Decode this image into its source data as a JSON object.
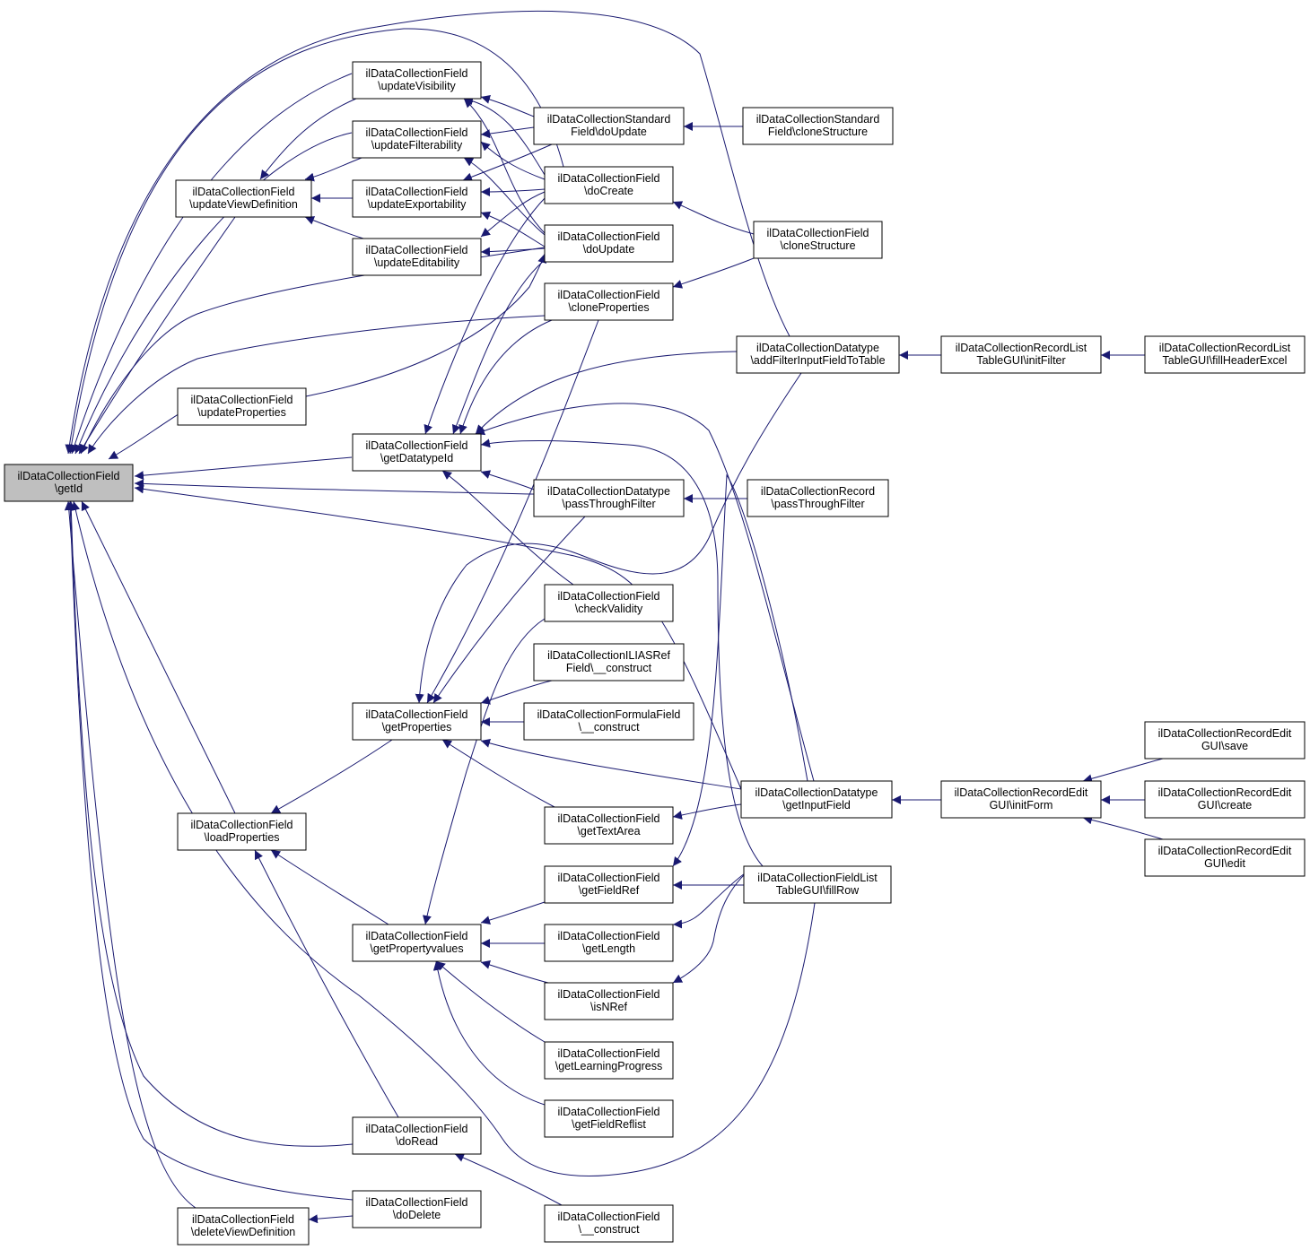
{
  "graph": {
    "edge_color": "#191970",
    "root_fill": "#bfbfbf",
    "nodes": [
      {
        "id": "getId",
        "lines": [
          "ilDataCollectionField",
          "\\getId"
        ],
        "root": true
      },
      {
        "id": "updateVisibility",
        "lines": [
          "ilDataCollectionField",
          "\\updateVisibility"
        ]
      },
      {
        "id": "updateFilterability",
        "lines": [
          "ilDataCollectionField",
          "\\updateFilterability"
        ]
      },
      {
        "id": "updateViewDefinition",
        "lines": [
          "ilDataCollectionField",
          "\\updateViewDefinition"
        ]
      },
      {
        "id": "updateExportability",
        "lines": [
          "ilDataCollectionField",
          "\\updateExportability"
        ]
      },
      {
        "id": "updateEditability",
        "lines": [
          "ilDataCollectionField",
          "\\updateEditability"
        ]
      },
      {
        "id": "updateProperties",
        "lines": [
          "ilDataCollectionField",
          "\\updateProperties"
        ]
      },
      {
        "id": "getDatatypeId",
        "lines": [
          "ilDataCollectionField",
          "\\getDatatypeId"
        ]
      },
      {
        "id": "getProperties",
        "lines": [
          "ilDataCollectionField",
          "\\getProperties"
        ]
      },
      {
        "id": "loadProperties",
        "lines": [
          "ilDataCollectionField",
          "\\loadProperties"
        ]
      },
      {
        "id": "getPropertyvalues",
        "lines": [
          "ilDataCollectionField",
          "\\getPropertyvalues"
        ]
      },
      {
        "id": "doRead",
        "lines": [
          "ilDataCollectionField",
          "\\doRead"
        ]
      },
      {
        "id": "doDelete",
        "lines": [
          "ilDataCollectionField",
          "\\doDelete"
        ]
      },
      {
        "id": "deleteViewDefinition",
        "lines": [
          "ilDataCollectionField",
          "\\deleteViewDefinition"
        ]
      },
      {
        "id": "stdDoUpdate",
        "lines": [
          "ilDataCollectionStandard",
          "Field\\doUpdate"
        ]
      },
      {
        "id": "doCreate",
        "lines": [
          "ilDataCollectionField",
          "\\doCreate"
        ]
      },
      {
        "id": "doUpdate",
        "lines": [
          "ilDataCollectionField",
          "\\doUpdate"
        ]
      },
      {
        "id": "cloneProperties",
        "lines": [
          "ilDataCollectionField",
          "\\cloneProperties"
        ]
      },
      {
        "id": "dtPassThroughFilter",
        "lines": [
          "ilDataCollectionDatatype",
          "\\passThroughFilter"
        ]
      },
      {
        "id": "checkValidity",
        "lines": [
          "ilDataCollectionField",
          "\\checkValidity"
        ]
      },
      {
        "id": "iliasRefConstruct",
        "lines": [
          "ilDataCollectionILIASRef",
          "Field\\__construct"
        ]
      },
      {
        "id": "formulaConstruct",
        "lines": [
          "ilDataCollectionFormulaField",
          "\\__construct"
        ]
      },
      {
        "id": "getTextArea",
        "lines": [
          "ilDataCollectionField",
          "\\getTextArea"
        ]
      },
      {
        "id": "getFieldRef",
        "lines": [
          "ilDataCollectionField",
          "\\getFieldRef"
        ]
      },
      {
        "id": "getLength",
        "lines": [
          "ilDataCollectionField",
          "\\getLength"
        ]
      },
      {
        "id": "isNRef",
        "lines": [
          "ilDataCollectionField",
          "\\isNRef"
        ]
      },
      {
        "id": "getLearningProgress",
        "lines": [
          "ilDataCollectionField",
          "\\getLearningProgress"
        ]
      },
      {
        "id": "getFieldReflist",
        "lines": [
          "ilDataCollectionField",
          "\\getFieldReflist"
        ]
      },
      {
        "id": "fieldConstruct",
        "lines": [
          "ilDataCollectionField",
          "\\__construct"
        ]
      },
      {
        "id": "stdCloneStructure",
        "lines": [
          "ilDataCollectionStandard",
          "Field\\cloneStructure"
        ]
      },
      {
        "id": "cloneStructure",
        "lines": [
          "ilDataCollectionField",
          "\\cloneStructure"
        ]
      },
      {
        "id": "addFilterInputFieldToTable",
        "lines": [
          "ilDataCollectionDatatype",
          "\\addFilterInputFieldToTable"
        ]
      },
      {
        "id": "recordPassThroughFilter",
        "lines": [
          "ilDataCollectionRecord",
          "\\passThroughFilter"
        ]
      },
      {
        "id": "getInputField",
        "lines": [
          "ilDataCollectionDatatype",
          "\\getInputField"
        ]
      },
      {
        "id": "fillRow",
        "lines": [
          "ilDataCollectionFieldList",
          "TableGUI\\fillRow"
        ]
      },
      {
        "id": "initFilter",
        "lines": [
          "ilDataCollectionRecordList",
          "TableGUI\\initFilter"
        ]
      },
      {
        "id": "initForm",
        "lines": [
          "ilDataCollectionRecordEdit",
          "GUI\\initForm"
        ]
      },
      {
        "id": "fillHeaderExcel",
        "lines": [
          "ilDataCollectionRecordList",
          "TableGUI\\fillHeaderExcel"
        ]
      },
      {
        "id": "save",
        "lines": [
          "ilDataCollectionRecordEdit",
          "GUI\\save"
        ]
      },
      {
        "id": "create",
        "lines": [
          "ilDataCollectionRecordEdit",
          "GUI\\create"
        ]
      },
      {
        "id": "edit",
        "lines": [
          "ilDataCollectionRecordEdit",
          "GUI\\edit"
        ]
      }
    ]
  }
}
